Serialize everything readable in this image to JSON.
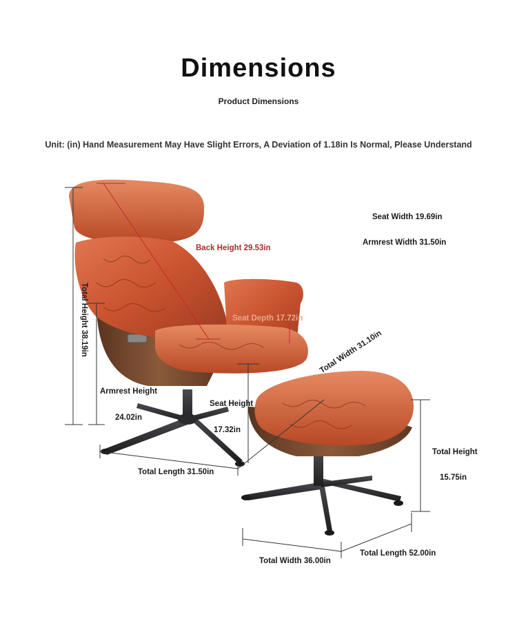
{
  "header": {
    "title": "Dimensions",
    "subtitle": "Product Dimensions",
    "unit_note": "Unit: (in) Hand Measurement May Have Slight Errors, A Deviation of 1.18in Is Normal, Please Understand"
  },
  "labels": {
    "seat_width": "Seat Width 19.69in",
    "armrest_width": "Armrest Width 31.50in",
    "back_height": "Back Height 29.53in",
    "seat_depth": "Seat Depth 17.72in",
    "total_height_chair": "Total Height 38.19in",
    "total_width_diag": "Total Width 31.10in",
    "armrest_height_label": "Armrest Height",
    "armrest_height_value": "24.02in",
    "seat_height_label": "Seat Height",
    "seat_height_value": "17.32in",
    "total_length_chair": "Total Length 31.50in",
    "ottoman_total_height_label": "Total Height",
    "ottoman_total_height_value": "15.75in",
    "total_width_bottom": "Total Width 36.00in",
    "total_length_bottom": "Total Length 52.00in"
  },
  "colors": {
    "leather": "#c9532f",
    "leather_dark": "#9e3b22",
    "wood": "#7a4b2e",
    "metal": "#2b2b2e",
    "accent_red": "#b3262d"
  }
}
